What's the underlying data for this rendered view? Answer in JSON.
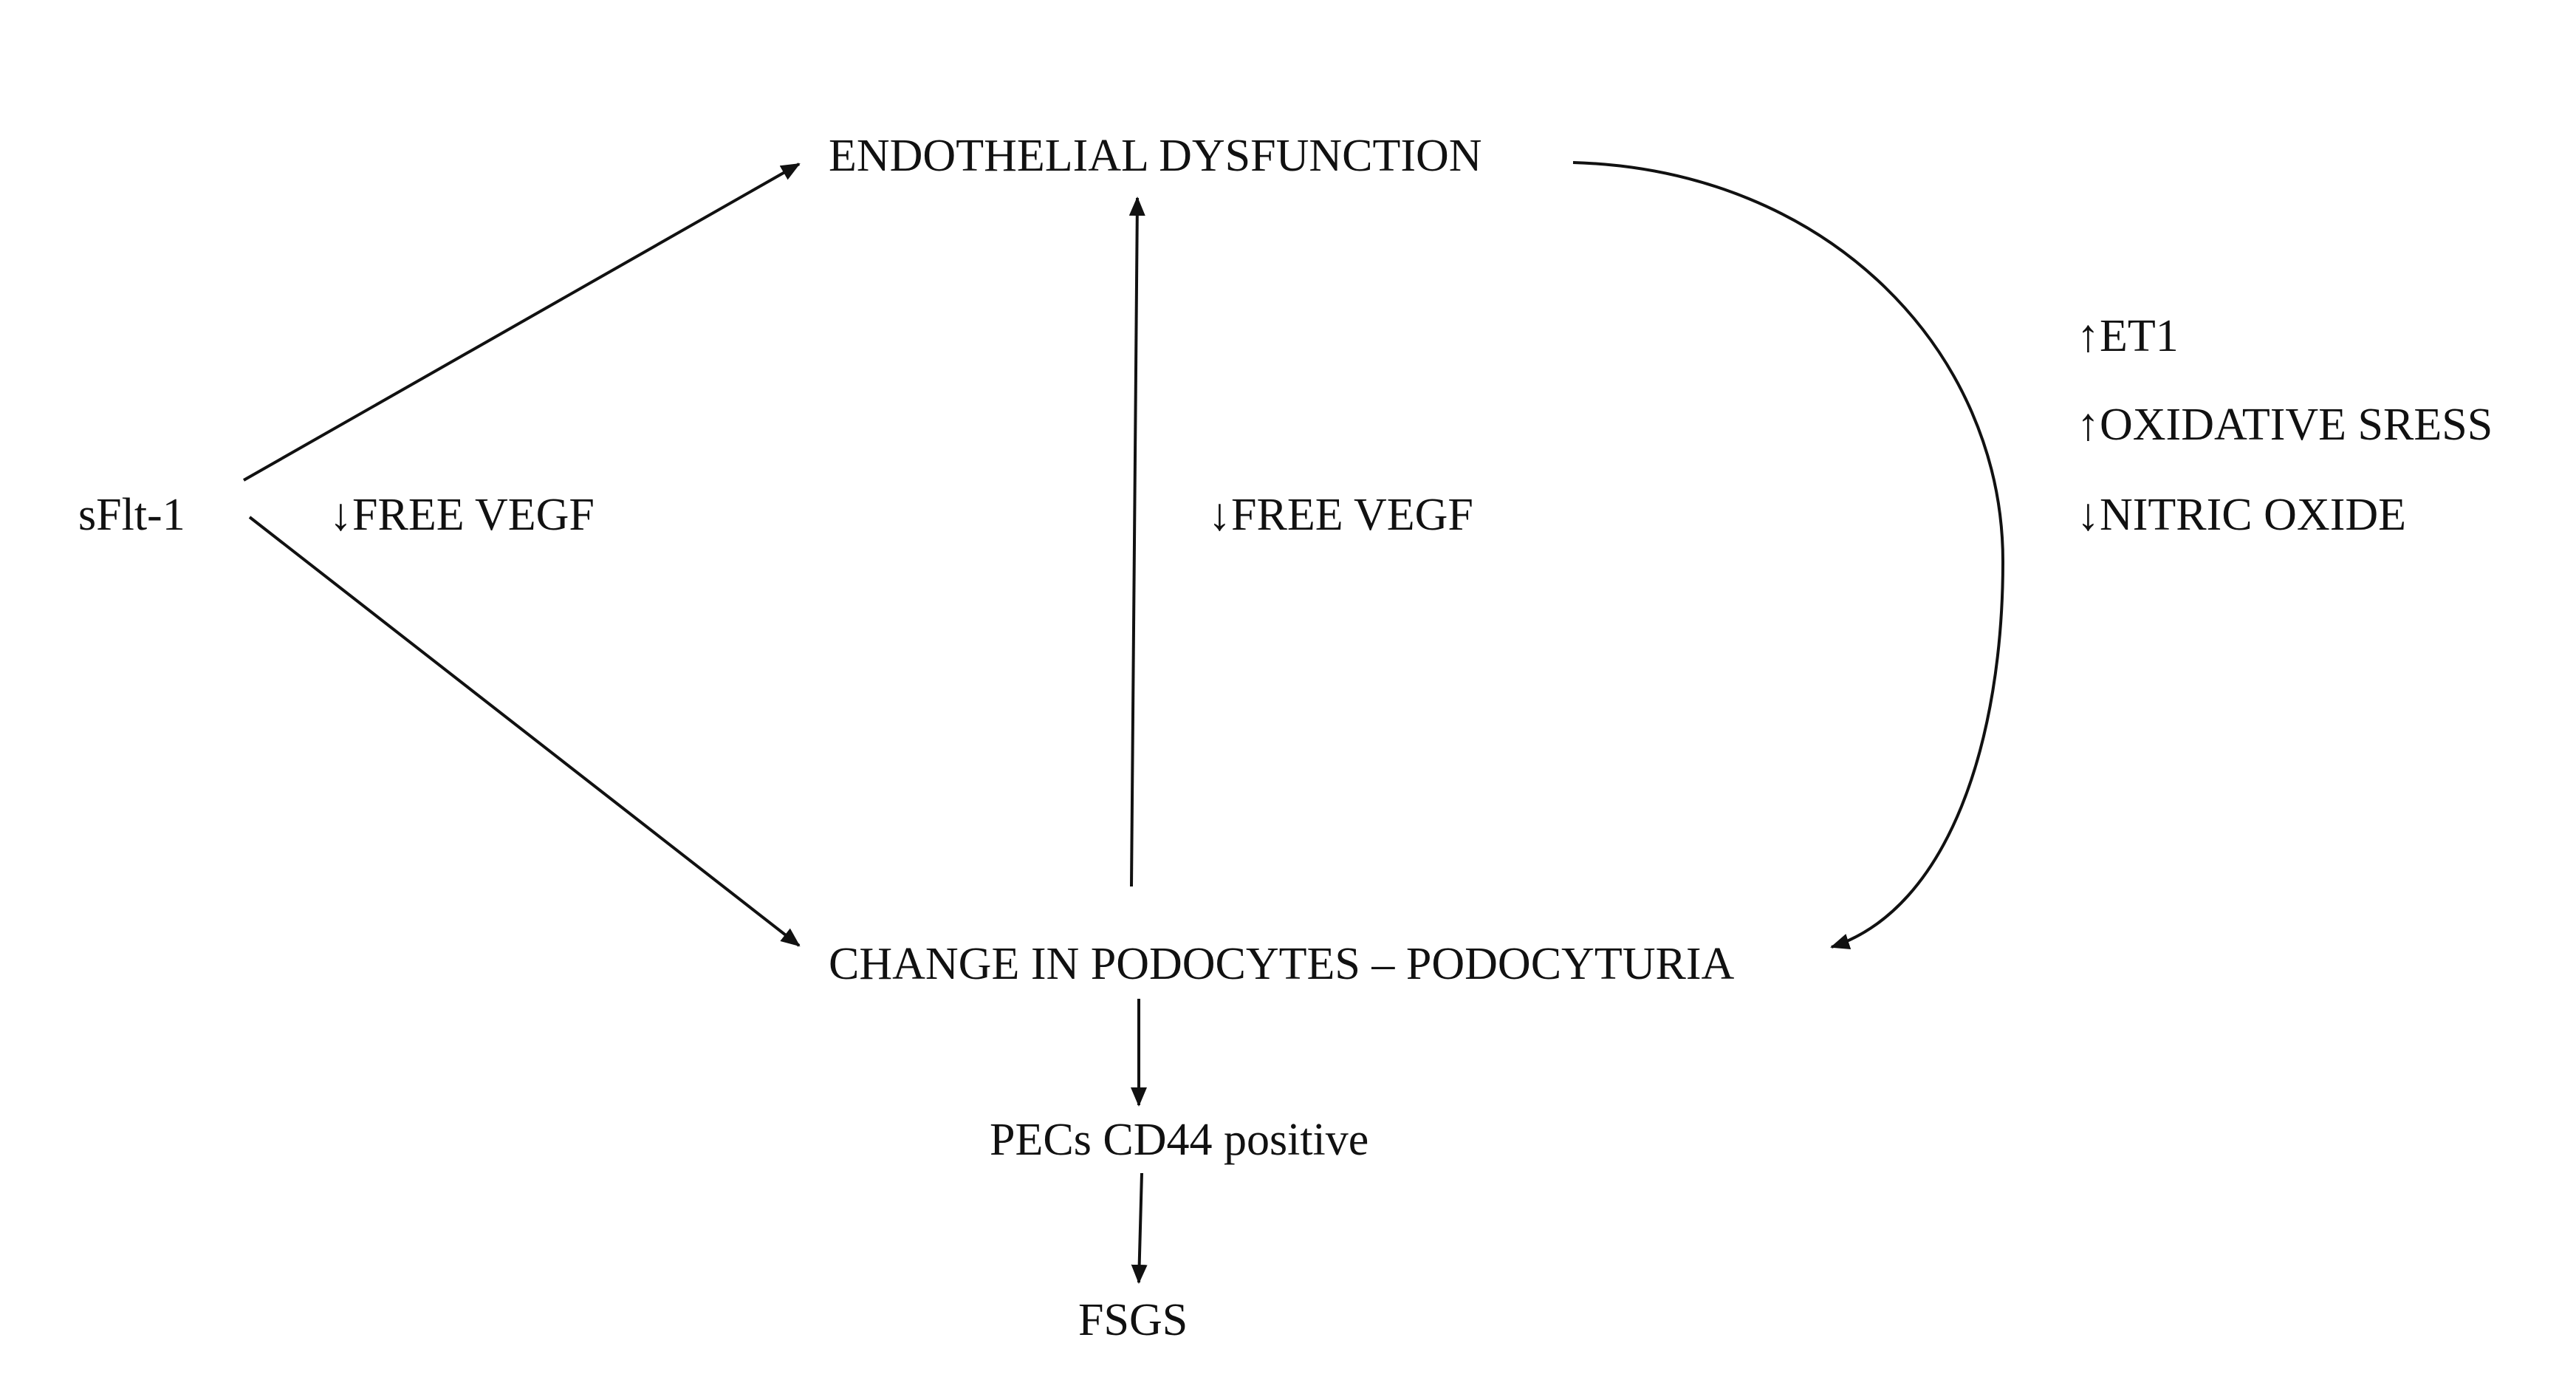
{
  "nodes": {
    "sflt1": "sFlt-1",
    "endothelial": "ENDOTHELIAL DYSFUNCTION",
    "podocytes": "CHANGE IN PODOCYTES – PODOCYTURIA",
    "pecs": "PECs CD44 positive",
    "fsgs": "FSGS"
  },
  "edge_labels": {
    "free_vegf_left": "↓FREE VEGF",
    "free_vegf_center": "↓FREE VEGF",
    "et1": "↑ET1",
    "oxidative": "↑OXIDATIVE SRESS",
    "nitric": "↓NITRIC OXIDE"
  }
}
